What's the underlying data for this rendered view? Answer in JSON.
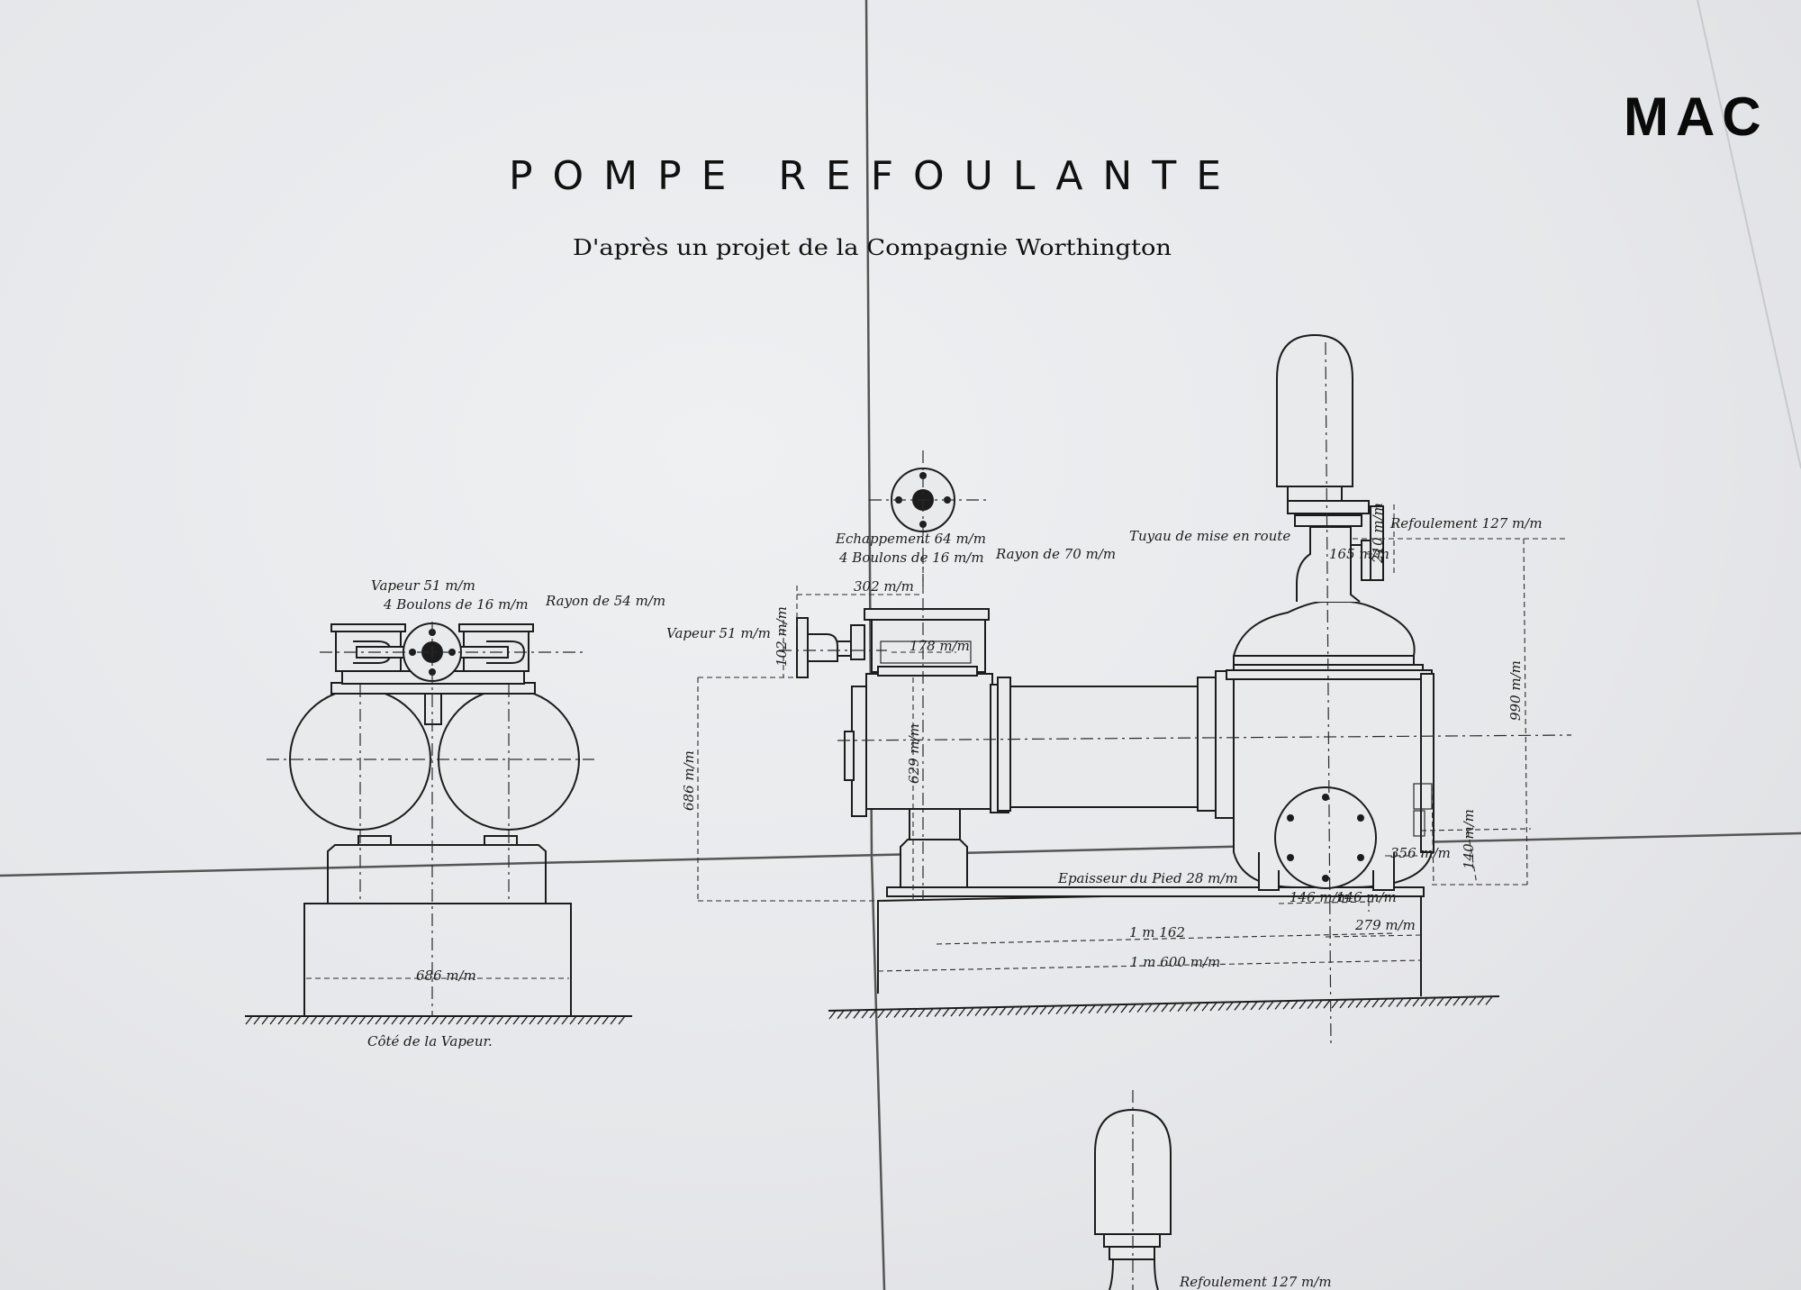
{
  "header": {
    "title": "POMPE REFOULANTE",
    "subtitle": "D'après un projet de la Compagnie Worthington",
    "corner_text": "MAC"
  },
  "side_view": {
    "vapeur": "Vapeur 51 m/m",
    "boulons": "4 Boulons de 16 m/m",
    "rayon": "Rayon de 54 m/m",
    "width": "686 m/m",
    "caption": "Côté de la Vapeur."
  },
  "front_view": {
    "echappement": "Echappement 64 m/m",
    "boulons": "4 Boulons de 16 m/m",
    "rayon": "Rayon de 70 m/m",
    "vapeur": "Vapeur 51 m/m",
    "dim_302": "302 m/m",
    "dim_178": "178 m/m",
    "dim_102": "102 m/m",
    "dim_686": "686 m/m",
    "dim_629": "629 m/m",
    "tuyau": "Tuyau de mise en route",
    "refoulement": "Refoulement 127 m/m",
    "dim_165": "165 m/m",
    "dim_210": "210 m/m",
    "dim_990": "990 m/m",
    "dim_356": "356 m/m",
    "dim_140": "140 m/m",
    "dim_146": "146 m/m",
    "dim_146b": "146 m/m",
    "epaisseur": "Epaisseur du Pied 28 m/m",
    "dim_1162": "1 m 162",
    "dim_279": "279 m/m",
    "dim_1600": "1 m 600 m/m"
  },
  "lower_view": {
    "refoulement": "Refoulement 127 m/m"
  }
}
